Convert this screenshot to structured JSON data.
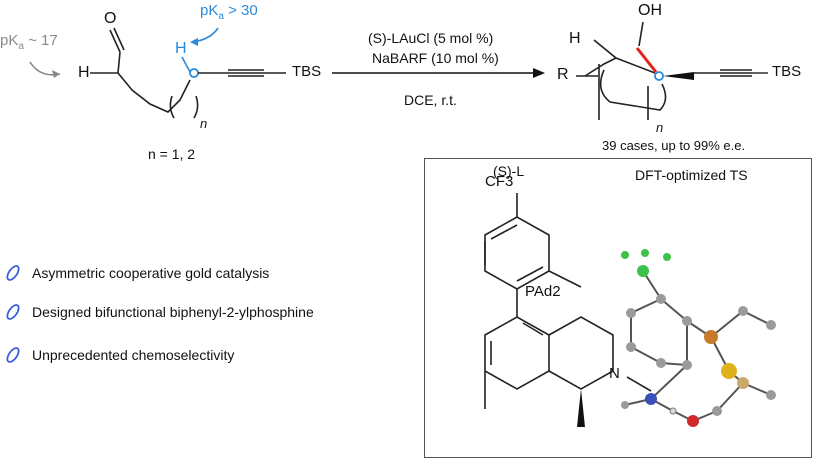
{
  "reaction": {
    "pka_left_prefix": "pK",
    "pka_left_sub": "a",
    "pka_left_value": "~ 17",
    "pka_right_prefix": "pK",
    "pka_right_sub": "a",
    "pka_right_value": "> 30",
    "substrate_h_label": "H",
    "carbonyl_o": "O",
    "tbs_left": "TBS",
    "n_sub": "n",
    "n_values": "n = 1, 2",
    "catalyst_line": "(S)-LAuCl (5 mol %)",
    "additive_line": "NaBARF (10 mol %)",
    "conditions": "DCE, r.t.",
    "product_oh": "OH",
    "product_h": "H",
    "product_r": "R",
    "product_n": "n",
    "tbs_right": "TBS",
    "scope_summary": "39 cases, up to 99% e.e."
  },
  "features": [
    {
      "label": "Asymmetric cooperative gold catalysis",
      "icon": "leaf-icon"
    },
    {
      "label": "Designed bifunctional biphenyl-2-ylphosphine",
      "icon": "leaf-icon"
    },
    {
      "label": "Unprecedented chemoselectivity",
      "icon": "leaf-icon"
    }
  ],
  "panel": {
    "ligand_label": "(S)-L",
    "cf3": "CF3",
    "pad2": "PAd2",
    "n_atom": "N",
    "ts_title": "DFT-optimized TS"
  },
  "colors": {
    "accent_blue": "#2a8ad8",
    "bond_red": "#e0241b",
    "leaf_blue": "#3a5bd9"
  }
}
